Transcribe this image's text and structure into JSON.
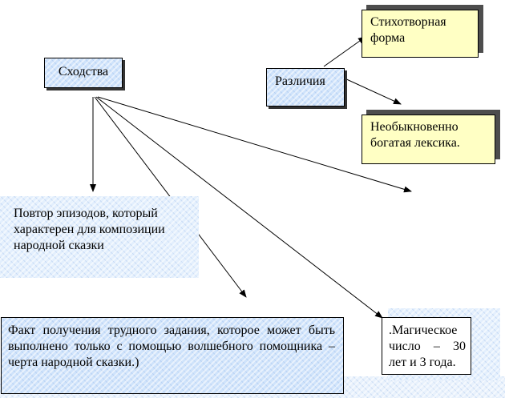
{
  "nodes": {
    "similarities": "Сходства",
    "differences": "Различия",
    "verse_form": "Стихотворная форма",
    "rich_vocab": "Необыкновенно богатая лексика.",
    "repeat_episodes": "Повтор эпизодов, который характерен для композиции народной сказки",
    "difficult_task": "Факт получения трудного задания, которое может быть выполнено только с помощью волшебного помощника – черта народной сказки.)",
    "magic_number": ".Магическое число – 30 лет и 3 года."
  },
  "colors": {
    "yellow_box": "#ffffc4",
    "blue_fill": "#cfe3fb",
    "shadow": "#4d4d4d"
  }
}
